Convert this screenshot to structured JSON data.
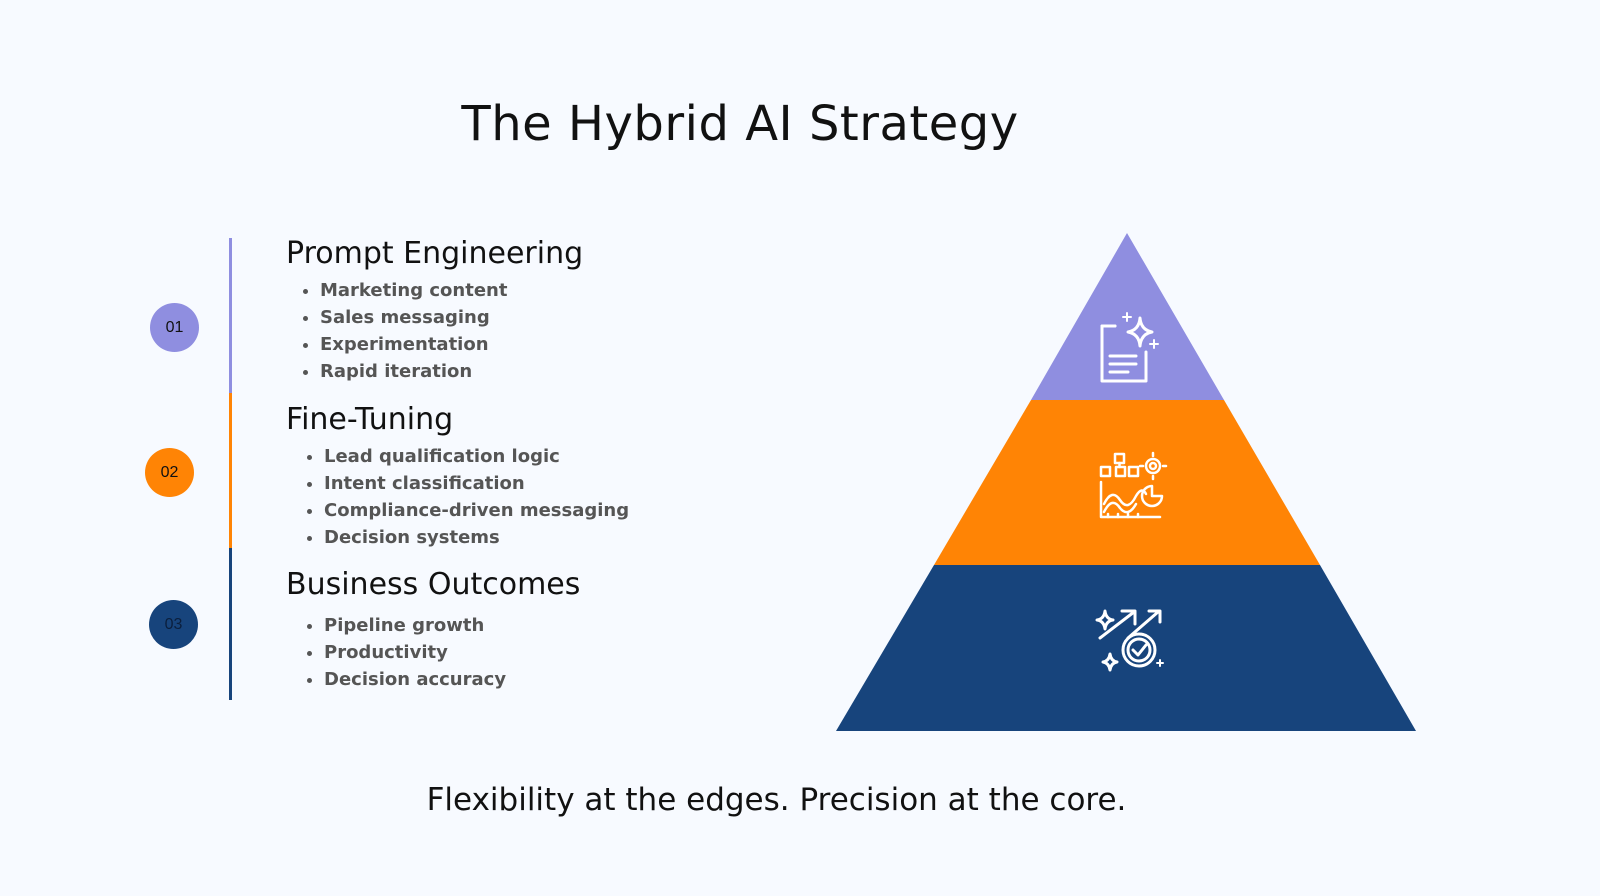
{
  "title": "The Hybrid AI Strategy",
  "footer": "Flexibility at the edges. Precision at the core.",
  "colors": {
    "tier1": "#8f8ee0",
    "tier2": "#ff8405",
    "tier3": "#17447c",
    "background": "#f7faff"
  },
  "sections": [
    {
      "number": "01",
      "heading": "Prompt Engineering",
      "items": [
        "Marketing content",
        "Sales messaging",
        "Experimentation",
        "Rapid iteration"
      ],
      "icon": "document-sparkle-icon"
    },
    {
      "number": "02",
      "heading": "Fine-Tuning",
      "items": [
        "Lead qualification logic",
        "Intent classification",
        "Compliance-driven messaging",
        "Decision systems"
      ],
      "icon": "analytics-gear-icon"
    },
    {
      "number": "03",
      "heading": "Business Outcomes",
      "items": [
        "Pipeline growth",
        "Productivity",
        "Decision accuracy"
      ],
      "icon": "growth-check-icon"
    }
  ]
}
